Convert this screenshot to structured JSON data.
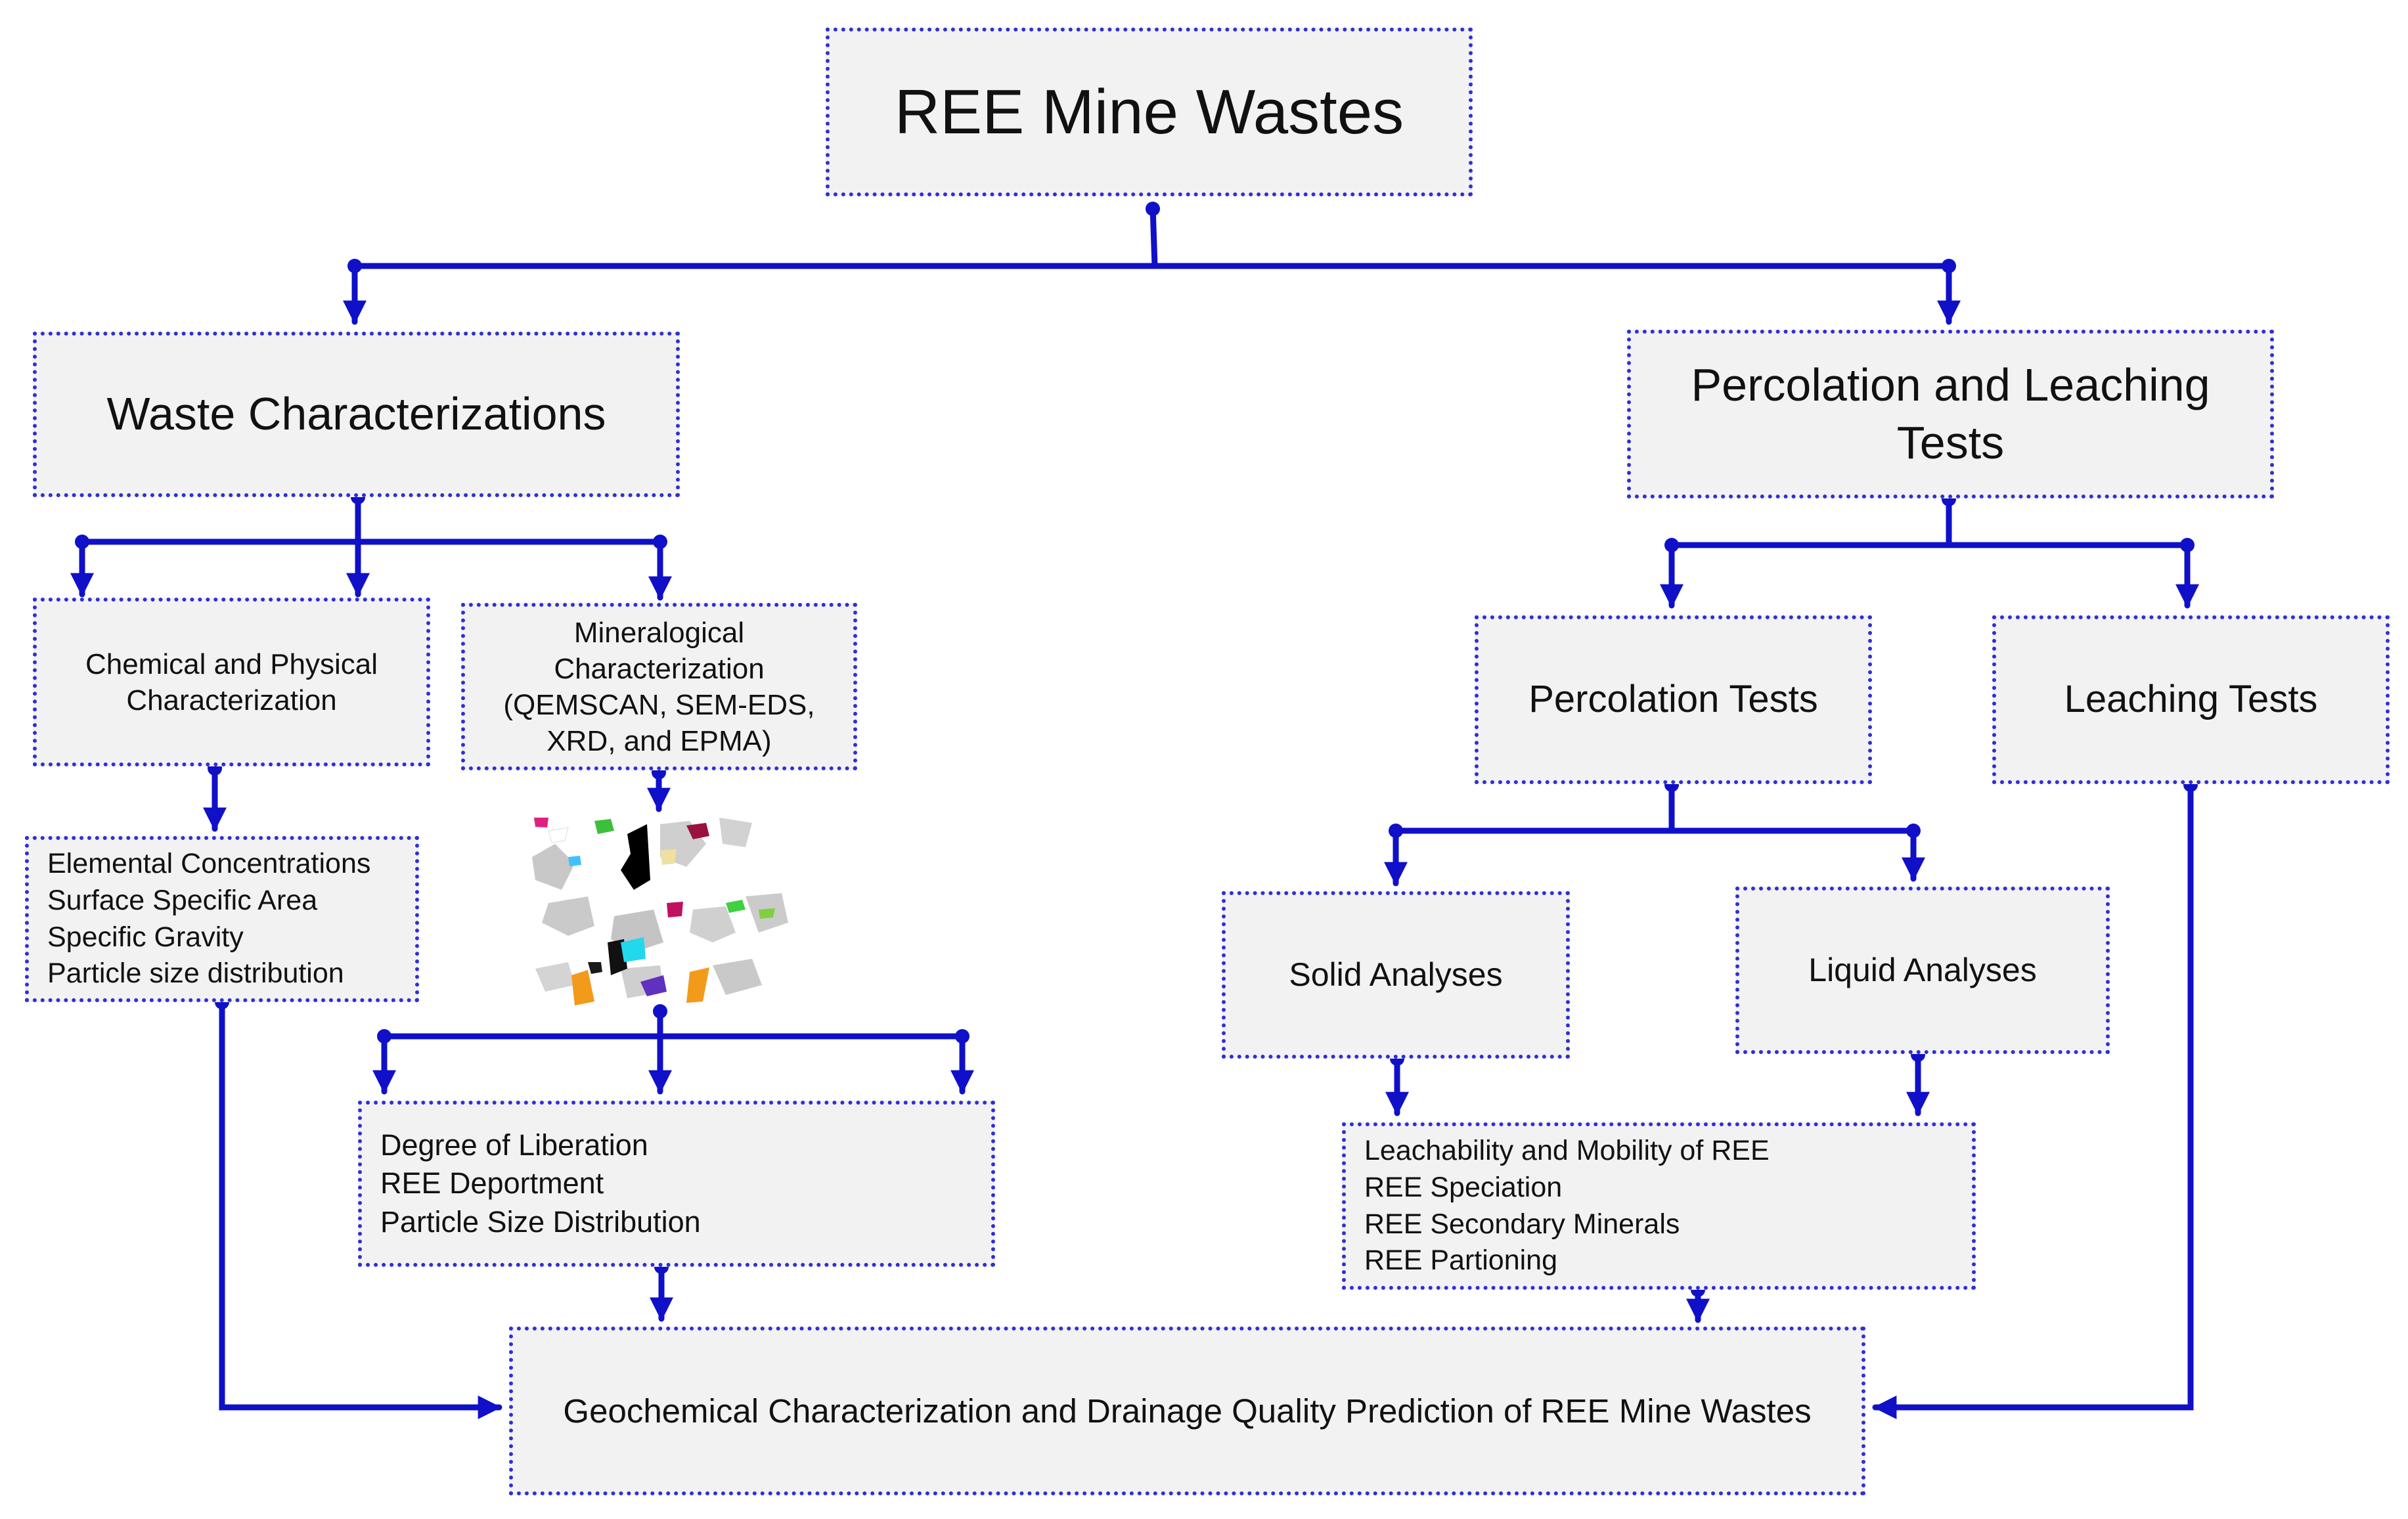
{
  "diagram": {
    "root": "REE Mine Wastes",
    "waste_characterizations": "Waste Characterizations",
    "percolation_and_leaching": "Percolation and Leaching\nTests",
    "chemical_physical": "Chemical and Physical\nCharacterization",
    "mineralogical": "Mineralogical\nCharacterization\n(QEMSCAN, SEM-EDS,\nXRD, and EPMA)",
    "chemical_outputs": [
      "Elemental Concentrations",
      "Surface Specific Area",
      "Specific Gravity",
      "Particle size distribution"
    ],
    "mineralogical_outputs": [
      "Degree of Liberation",
      "REE Deportment",
      "Particle Size Distribution"
    ],
    "percolation_tests": "Percolation Tests",
    "leaching_tests": "Leaching Tests",
    "solid_analyses": "Solid Analyses",
    "liquid_analyses": "Liquid Analyses",
    "analyses_outputs": [
      "Leachability and Mobility of REE",
      "REE Speciation",
      "REE Secondary Minerals",
      "REE Partioning"
    ],
    "final": "Geochemical Characterization and Drainage Quality Prediction of REE Mine Wastes"
  },
  "colors": {
    "connector": "#1010c8",
    "box_border": "#2f2fd6",
    "box_fill": "#f2f2f2",
    "text": "#111111"
  },
  "icons": {
    "mineral_map": "mineral-particle-map-image"
  }
}
